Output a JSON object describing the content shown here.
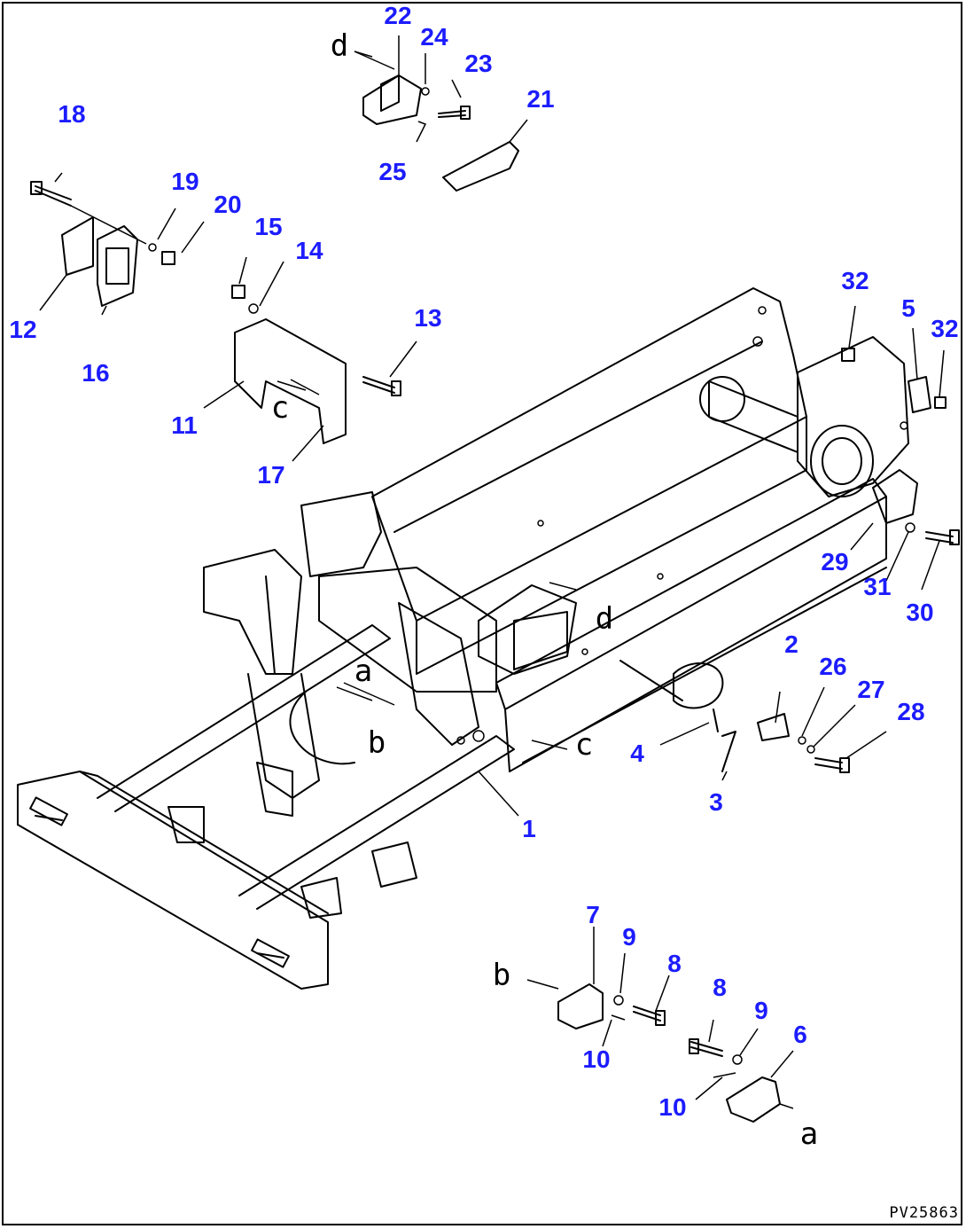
{
  "colors": {
    "callout": "#1c1cff",
    "line": "#000000",
    "background": "#ffffff"
  },
  "callouts": [
    "1",
    "2",
    "3",
    "4",
    "5",
    "6",
    "7",
    "8",
    "8",
    "9",
    "9",
    "10",
    "10",
    "11",
    "12",
    "13",
    "14",
    "15",
    "16",
    "17",
    "18",
    "19",
    "20",
    "21",
    "22",
    "23",
    "24",
    "25",
    "26",
    "27",
    "28",
    "29",
    "30",
    "31",
    "32",
    "32"
  ],
  "view_letters": [
    "a",
    "a",
    "b",
    "b",
    "c",
    "c",
    "d",
    "d"
  ],
  "drawing_code": "PV25863"
}
